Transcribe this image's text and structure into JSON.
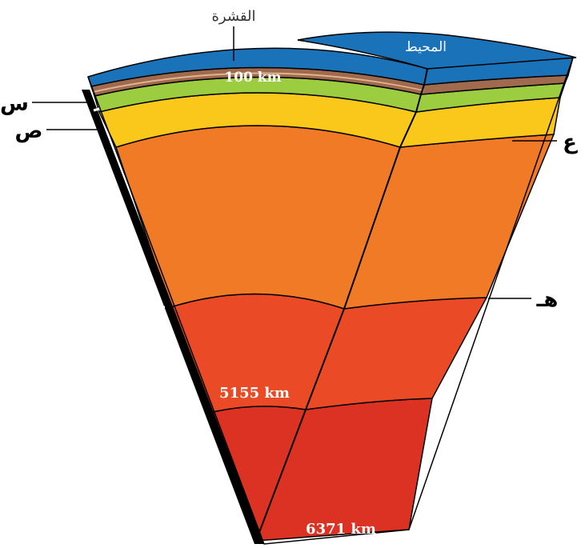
{
  "labels": {
    "crust": "القشرة",
    "ocean": "المحيط",
    "depth_100": "100 km",
    "depth_5155": "5155 km",
    "depth_6371": "6371 km",
    "marker_sin": "س",
    "marker_sad": "ص",
    "marker_ain": "ع",
    "marker_ha": "هـ"
  },
  "colors": {
    "ocean": "#1a73b8",
    "crust": "#a06a4e",
    "lithosphere": "#9ccc3f",
    "asthenosphere": "#f9c81a",
    "mantle": "#f07a26",
    "outer_core": "#ea4a25",
    "inner_core": "#dc3223"
  }
}
